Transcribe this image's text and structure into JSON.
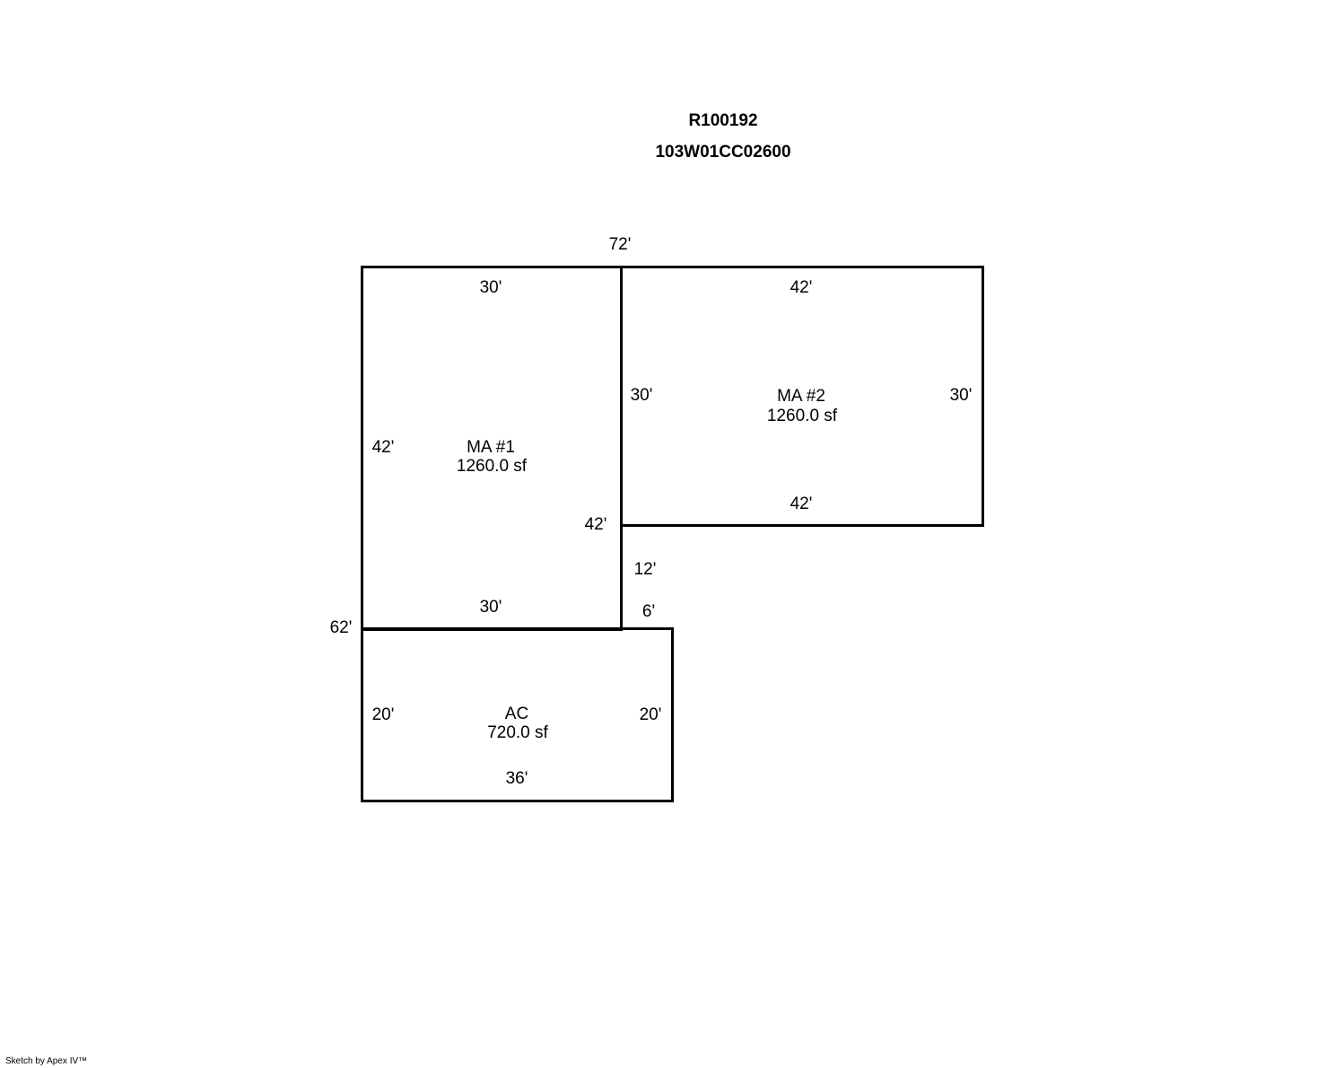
{
  "header": {
    "account_id": "R100192",
    "map_tax_lot": "103W01CC02600"
  },
  "sketch": {
    "overall": {
      "top_width": "72'",
      "left_height": "62'"
    },
    "areas": [
      {
        "label": "MA #1",
        "size": "1260.0 sf",
        "dims": {
          "top": "30'",
          "left": "42'",
          "right": "42'",
          "bottom": "30'"
        }
      },
      {
        "label": "MA #2",
        "size": "1260.0 sf",
        "dims": {
          "top": "42'",
          "left": "30'",
          "right": "30'",
          "bottom": "42'"
        }
      },
      {
        "label": "AC",
        "size": "720.0 sf",
        "dims": {
          "top": "6'",
          "left": "20'",
          "right": "20'",
          "bottom": "36'"
        }
      }
    ],
    "connector": "12'"
  },
  "footer": {
    "credit": "Sketch by Apex IV™"
  }
}
